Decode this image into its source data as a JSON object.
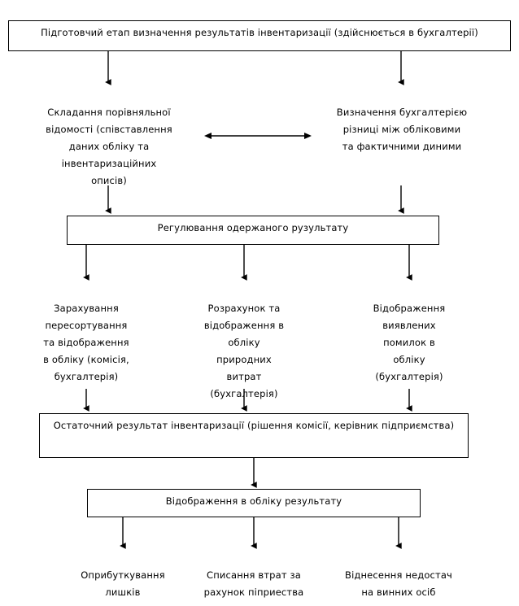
{
  "diagram": {
    "title_box": {
      "text": "Підготовчий етап визначення результатів інвентаризації (здійснюється в бухгалтерії)"
    },
    "row2": {
      "left": "Складання порівняльної\nвідомості (співставлення\nданих обліку та\nінвентаризаційних\nописів)",
      "right": "Визначення бухгалтерією\nрізниці між обліковими\nта фактичними диними"
    },
    "regulation_box": {
      "text": "Регулювання одержаного рузультату"
    },
    "row4": {
      "left": "Зарахування\nпересортування\nта відображення\nв обліку (комісія,\nбухгалтерія)",
      "center": "Розрахунок та\nвідображення в\nобліку\nприродних\nвитрат\n(бухгалтерія)",
      "right": "Відображення\nвиявлених\nпомилок в\nобліку\n(бухгалтерія)"
    },
    "final_box": {
      "text": "Остаточний результат інвентаризації (рішення комісії, керівник підприємства)"
    },
    "display_box": {
      "text": "Відображення в обліку результату"
    },
    "row6": {
      "left": "Оприбуткування\nлишків",
      "center": "Списання втрат за\nрахунок піприества",
      "right": "Віднесення недостач\nна винних осіб"
    },
    "colors": {
      "stroke": "#000000",
      "background": "#ffffff",
      "text": "#000000"
    }
  }
}
